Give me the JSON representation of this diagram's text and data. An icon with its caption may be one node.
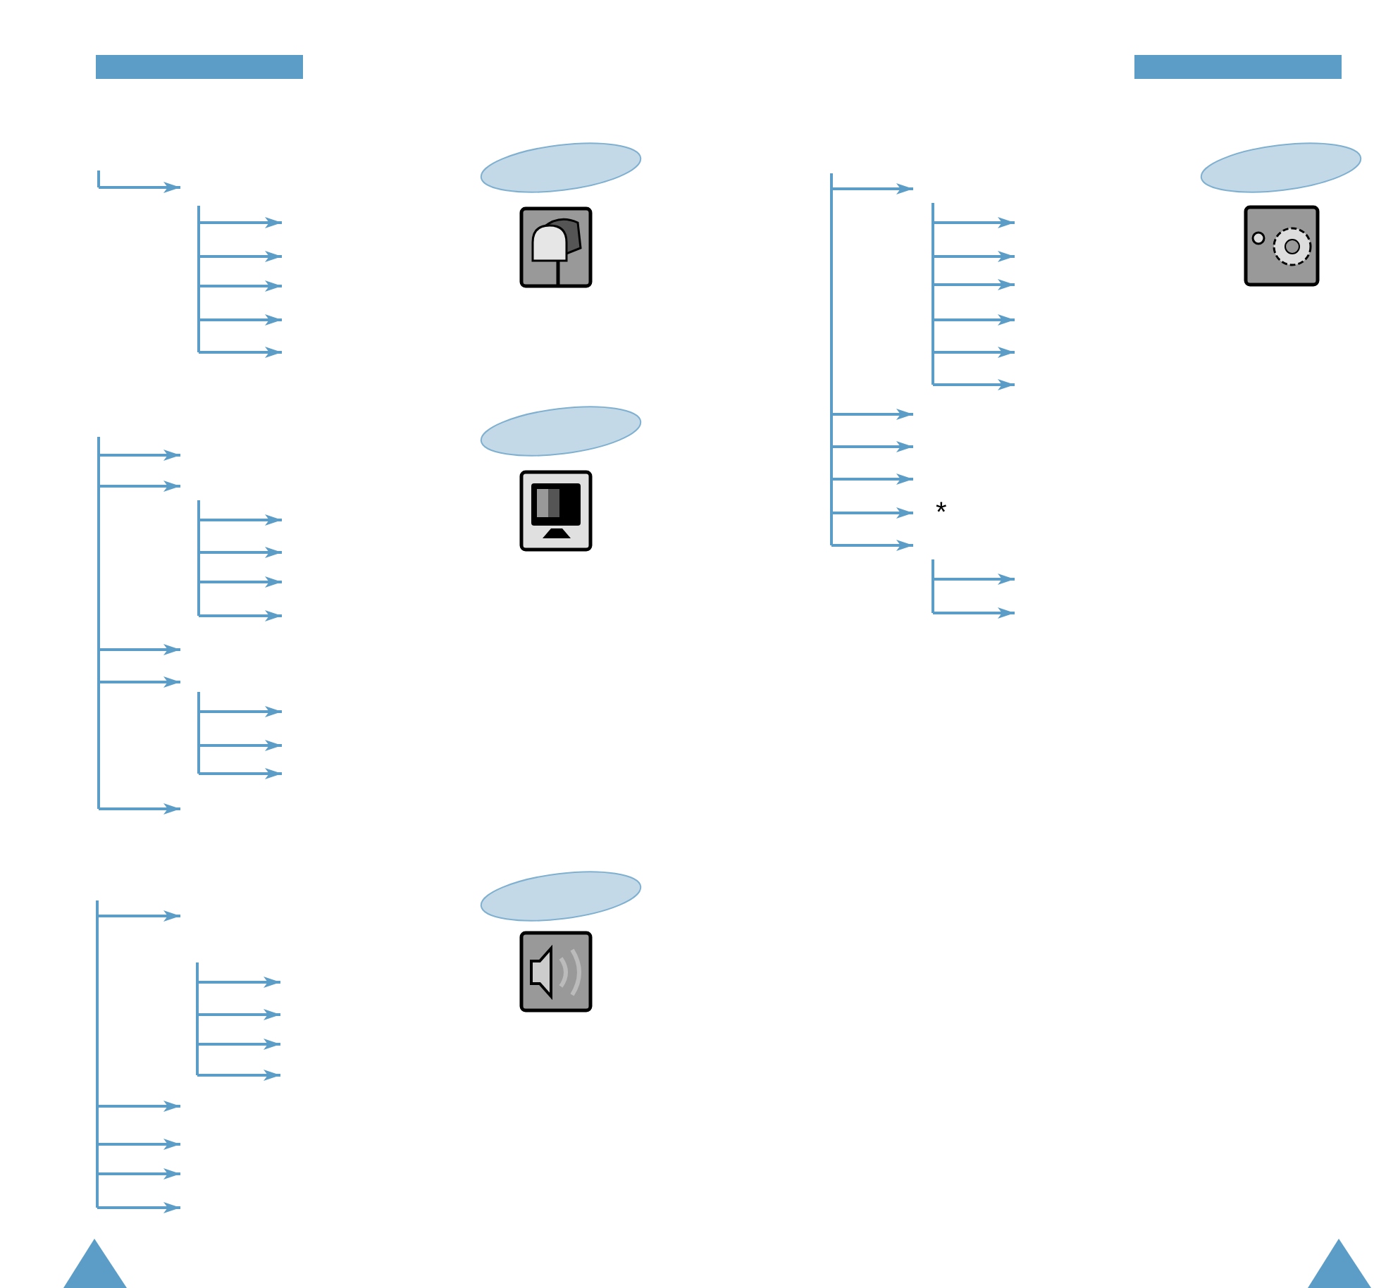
{
  "diagram": {
    "nodes": [
      {
        "text": [],
        "shape": "oval"
      },
      {
        "text": [],
        "shape": "oval"
      },
      {
        "text": [],
        "shape": "oval"
      },
      {
        "text": [],
        "shape": "oval"
      }
    ],
    "labels": [
      "*"
    ]
  }
}
